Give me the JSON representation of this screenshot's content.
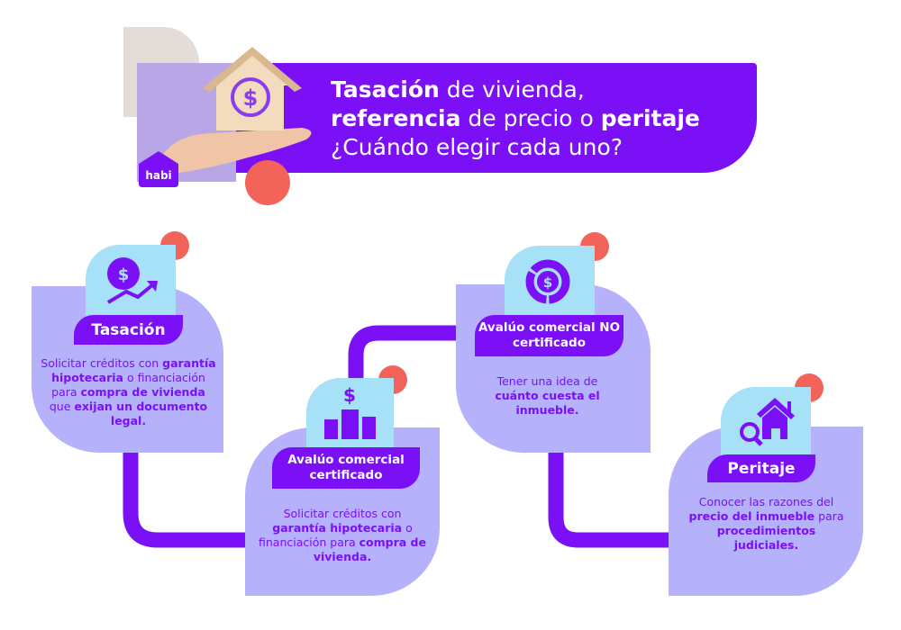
{
  "header": {
    "title_line1_bold": "Tasación",
    "title_line1_rest": " de vivienda,",
    "title_line2_bold1": "referencia",
    "title_line2_mid": " de precio o ",
    "title_line2_bold2": "peritaje",
    "title_line3": "¿Cuándo elegir cada uno?",
    "logo_text": "habi"
  },
  "cards": [
    {
      "label": "Tasación",
      "icon": "dollar-growth-icon",
      "desc": [
        "Solicitar créditos con ",
        "garantía hipotecaria",
        " o financiación para ",
        "compra de vivienda",
        " que ",
        "exijan un documento legal."
      ]
    },
    {
      "label": "Avalúo comercial certificado",
      "icon": "dollar-bar-chart-icon",
      "desc": [
        "Solicitar créditos con ",
        "garantía hipotecaria",
        " o financiación para ",
        "compra de vivienda."
      ]
    },
    {
      "label": "Avalúo comercial NO certificado",
      "icon": "dollar-pie-icon",
      "desc": [
        "Tener una idea de ",
        "cuánto cuesta el inmueble."
      ]
    },
    {
      "label": "Peritaje",
      "icon": "house-search-icon",
      "desc": [
        "Conocer las razones del ",
        "precio del inmueble",
        " para ",
        "procedimientos judiciales."
      ]
    }
  ],
  "colors": {
    "purple": "#7b0ff5",
    "lavender": "#b5b1fb",
    "light_blue": "#a7e1f7",
    "red": "#f2645a"
  }
}
